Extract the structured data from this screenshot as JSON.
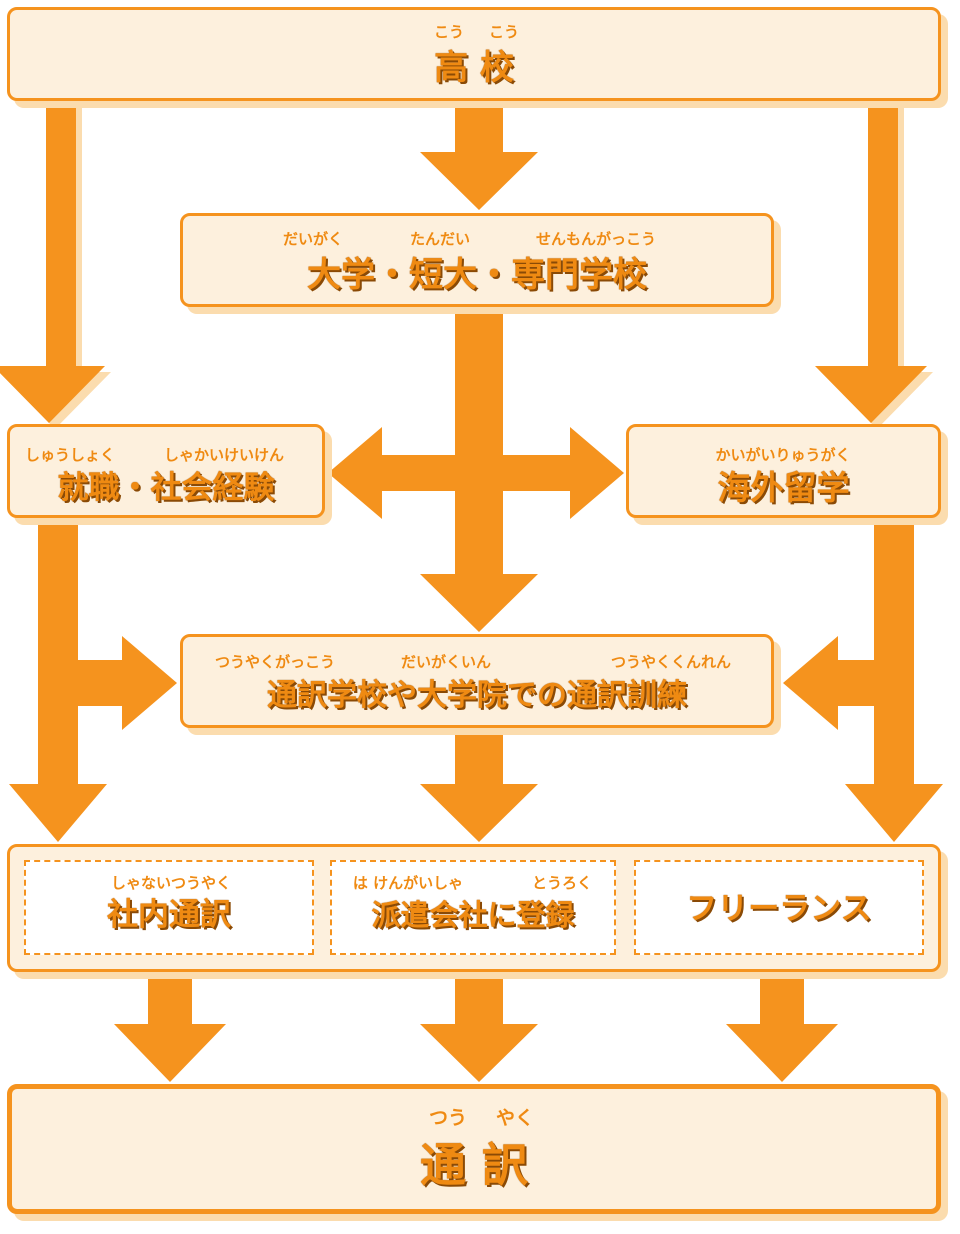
{
  "nodes": {
    "high_school": {
      "label": "高 校",
      "ruby": [
        "こう",
        "こう"
      ]
    },
    "university": {
      "label": "大学・短大・専門学校",
      "ruby": [
        "だいがく",
        "たんだい",
        "せんもんがっこう"
      ]
    },
    "employment": {
      "label": "就職・社会経験",
      "ruby": [
        "しゅうしょく",
        "しゃかいけいけん"
      ]
    },
    "study_abroad": {
      "label": "海外留学",
      "ruby": [
        "かいがいりゅうがく"
      ]
    },
    "training": {
      "label": "通訳学校や大学院での通訳訓練",
      "ruby": [
        "つうやくがっこう",
        "だいがくいん",
        "つうやくくんれん"
      ]
    },
    "career": {
      "options": [
        {
          "label": "社内通訳",
          "ruby": [
            "しゃないつうやく"
          ]
        },
        {
          "label": "派遣会社に登録",
          "ruby": [
            "は けんがいしゃ",
            "とうろく"
          ]
        },
        {
          "label": "フリーランス",
          "ruby": []
        }
      ]
    },
    "interpreter": {
      "label": "通 訳",
      "ruby": [
        "つう",
        "やく"
      ]
    }
  },
  "colors": {
    "arrow": "#f5931e",
    "box_fill": "#fdf0dd",
    "box_border": "#f5931e",
    "text": "#ef8a12",
    "shadow": "#fbdcae"
  }
}
